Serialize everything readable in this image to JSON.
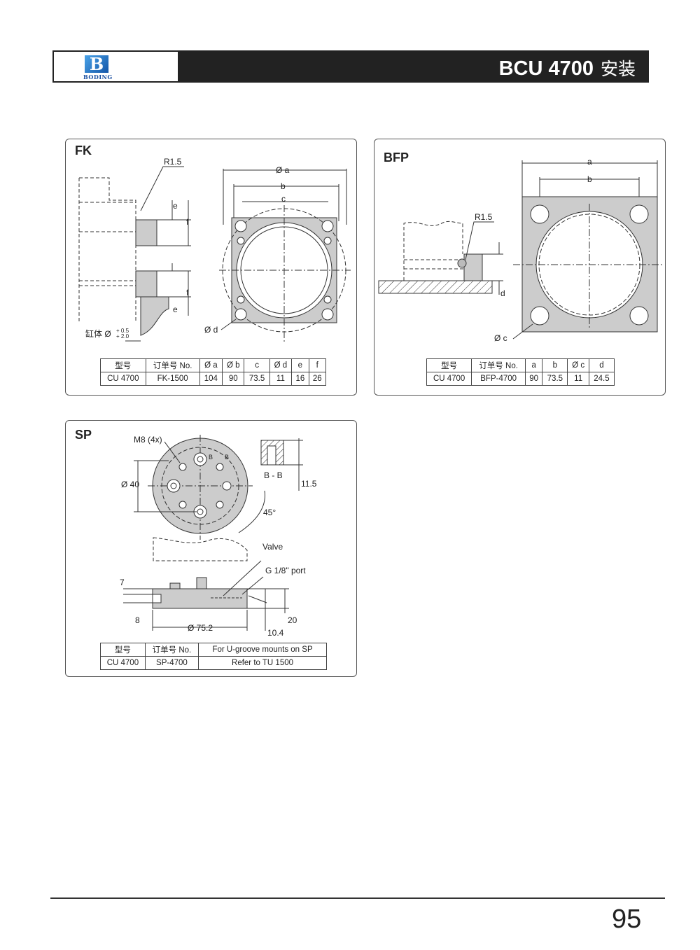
{
  "header": {
    "logo_text": "BODING",
    "title": "BCU 4700",
    "title_cn": "安装"
  },
  "fk": {
    "label": "FK",
    "dims": {
      "r": "R1.5",
      "a": "Ø a",
      "b": "b",
      "c": "c",
      "d": "Ø d",
      "e": "e",
      "f": "f",
      "bore": "缸体 Ø",
      "tol_up": "+ 0.5",
      "tol_lo": "+ 2.0"
    },
    "table": {
      "headers": [
        "型号",
        "订单号 No.",
        "Ø a",
        "Ø b",
        "c",
        "Ø d",
        "e",
        "f"
      ],
      "row": [
        "CU 4700",
        "FK-1500",
        "104",
        "90",
        "73.5",
        "11",
        "16",
        "26"
      ]
    }
  },
  "bfp": {
    "label": "BFP",
    "dims": {
      "a": "a",
      "b": "b",
      "c": "Ø c",
      "d": "d",
      "r": "R1.5"
    },
    "table": {
      "headers": [
        "型号",
        "订单号 No.",
        "a",
        "b",
        "Ø c",
        "d"
      ],
      "row": [
        "CU 4700",
        "BFP-4700",
        "90",
        "73.5",
        "11",
        "24.5"
      ]
    }
  },
  "sp": {
    "label": "SP",
    "dims": {
      "m8": "M8 (4x)",
      "d40": "Ø 40",
      "b": "B",
      "bb": "B - B",
      "h115": "11.5",
      "angle": "45°",
      "valve": "Valve",
      "port": "G 1/8\" port",
      "h7": "7",
      "h8": "8",
      "d752": "Ø 75.2",
      "h20": "20",
      "h104": "10.4"
    },
    "table": {
      "headers": [
        "型号",
        "订单号 No.",
        "For U-groove mounts on SP"
      ],
      "row": [
        "CU 4700",
        "SP-4700",
        "Refer to TU 1500"
      ]
    }
  },
  "footer": {
    "page_number": "95"
  }
}
